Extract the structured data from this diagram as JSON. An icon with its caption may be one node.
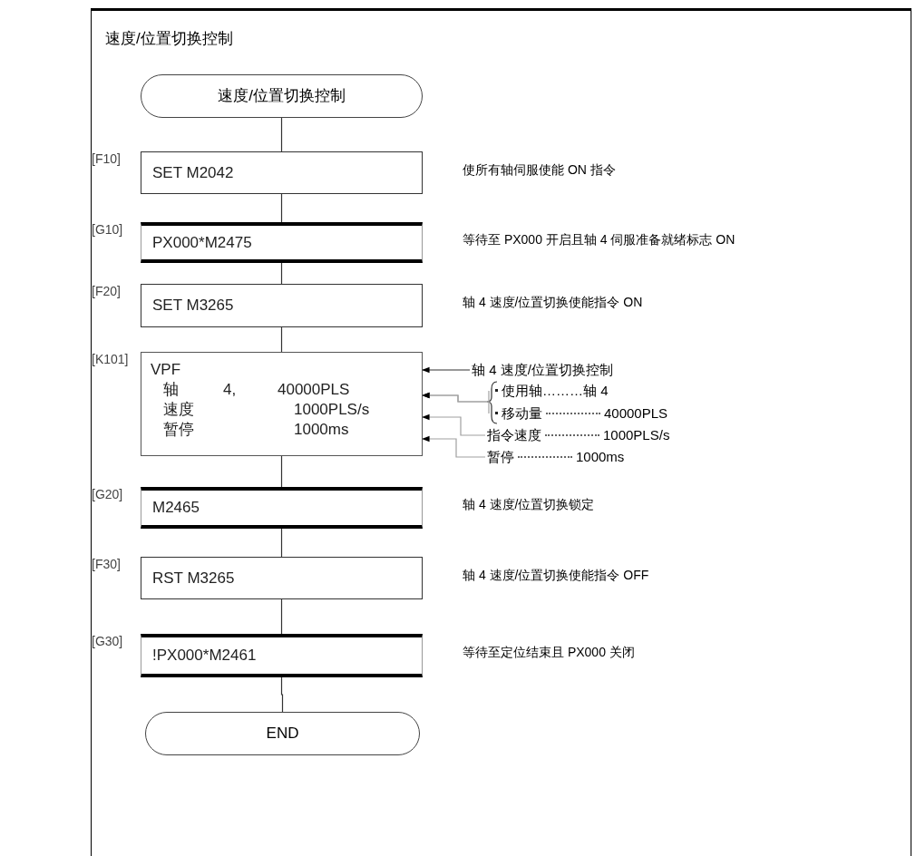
{
  "diagram": {
    "title": "速度/位置切换控制",
    "nodes": [
      {
        "text": [
          "速度/位置切换控制"
        ]
      },
      {
        "text": [
          "SET M2042"
        ],
        "beside": [
          "[F10]",
          "使所有轴伺服使能 ON 指令"
        ]
      },
      {
        "text": [
          "PX000*M2475"
        ],
        "beside": [
          "[G10]",
          "等待至 PX000 开启且轴 4 伺服准备就绪标志 ON"
        ]
      },
      {
        "text": [
          "SET M3265"
        ],
        "beside": [
          "[F20]",
          "轴 4 速度/位置切换使能指令 ON"
        ]
      },
      {
        "text": [
          "VPF",
          "轴",
          "4,",
          "40000PLS",
          "速度",
          "1000PLS/s",
          "暂停",
          "1000ms"
        ],
        "beside": [
          "[K101]"
        ]
      },
      {
        "text": [
          "M2465"
        ],
        "beside": [
          "[G20]",
          "轴 4 速度/位置切换锁定"
        ]
      },
      {
        "text": [
          "RST M3265"
        ],
        "beside": [
          "[F30]",
          "轴 4 速度/位置切换使能指令 OFF"
        ]
      },
      {
        "text": [
          "!PX000*M2461"
        ],
        "beside": [
          "[G30]",
          "等待至定位结束且 PX000 关闭"
        ]
      },
      {
        "text": [
          "END"
        ]
      },
      {
        "text": [
          "轴 4 速度/位置切换控制"
        ]
      },
      {
        "text": [
          "使用轴………轴 4"
        ]
      },
      {
        "text": [
          "移动量",
          "40000PLS"
        ]
      },
      {
        "text": [
          "指令速度",
          "1000PLS/s"
        ]
      },
      {
        "text": [
          "暂停",
          "1000ms"
        ]
      }
    ],
    "edges": [
      {
        "from": 0,
        "to": 1,
        "arrow": "none"
      },
      {
        "from": 1,
        "to": 2,
        "arrow": "none"
      },
      {
        "from": 2,
        "to": 3,
        "arrow": "none"
      },
      {
        "from": 3,
        "to": 4,
        "arrow": "none"
      },
      {
        "from": 4,
        "to": 5,
        "arrow": "none"
      },
      {
        "from": 5,
        "to": 6,
        "arrow": "none"
      },
      {
        "from": 6,
        "to": 7,
        "arrow": "none"
      },
      {
        "from": 7,
        "to": 8,
        "arrow": "none"
      },
      {
        "from": 9,
        "to": 4,
        "arrow": "to"
      },
      {
        "from": 10,
        "to": 4,
        "arrow": "to",
        "color": "#a0a0a0"
      },
      {
        "from": 11,
        "to": 4,
        "arrow": "to",
        "color": "#a0a0a0"
      },
      {
        "from": 12,
        "to": 4,
        "arrow": "to",
        "color": "#a0a0a0"
      },
      {
        "from": 13,
        "to": 4,
        "arrow": "to",
        "color": "#a0a0a0"
      }
    ]
  }
}
